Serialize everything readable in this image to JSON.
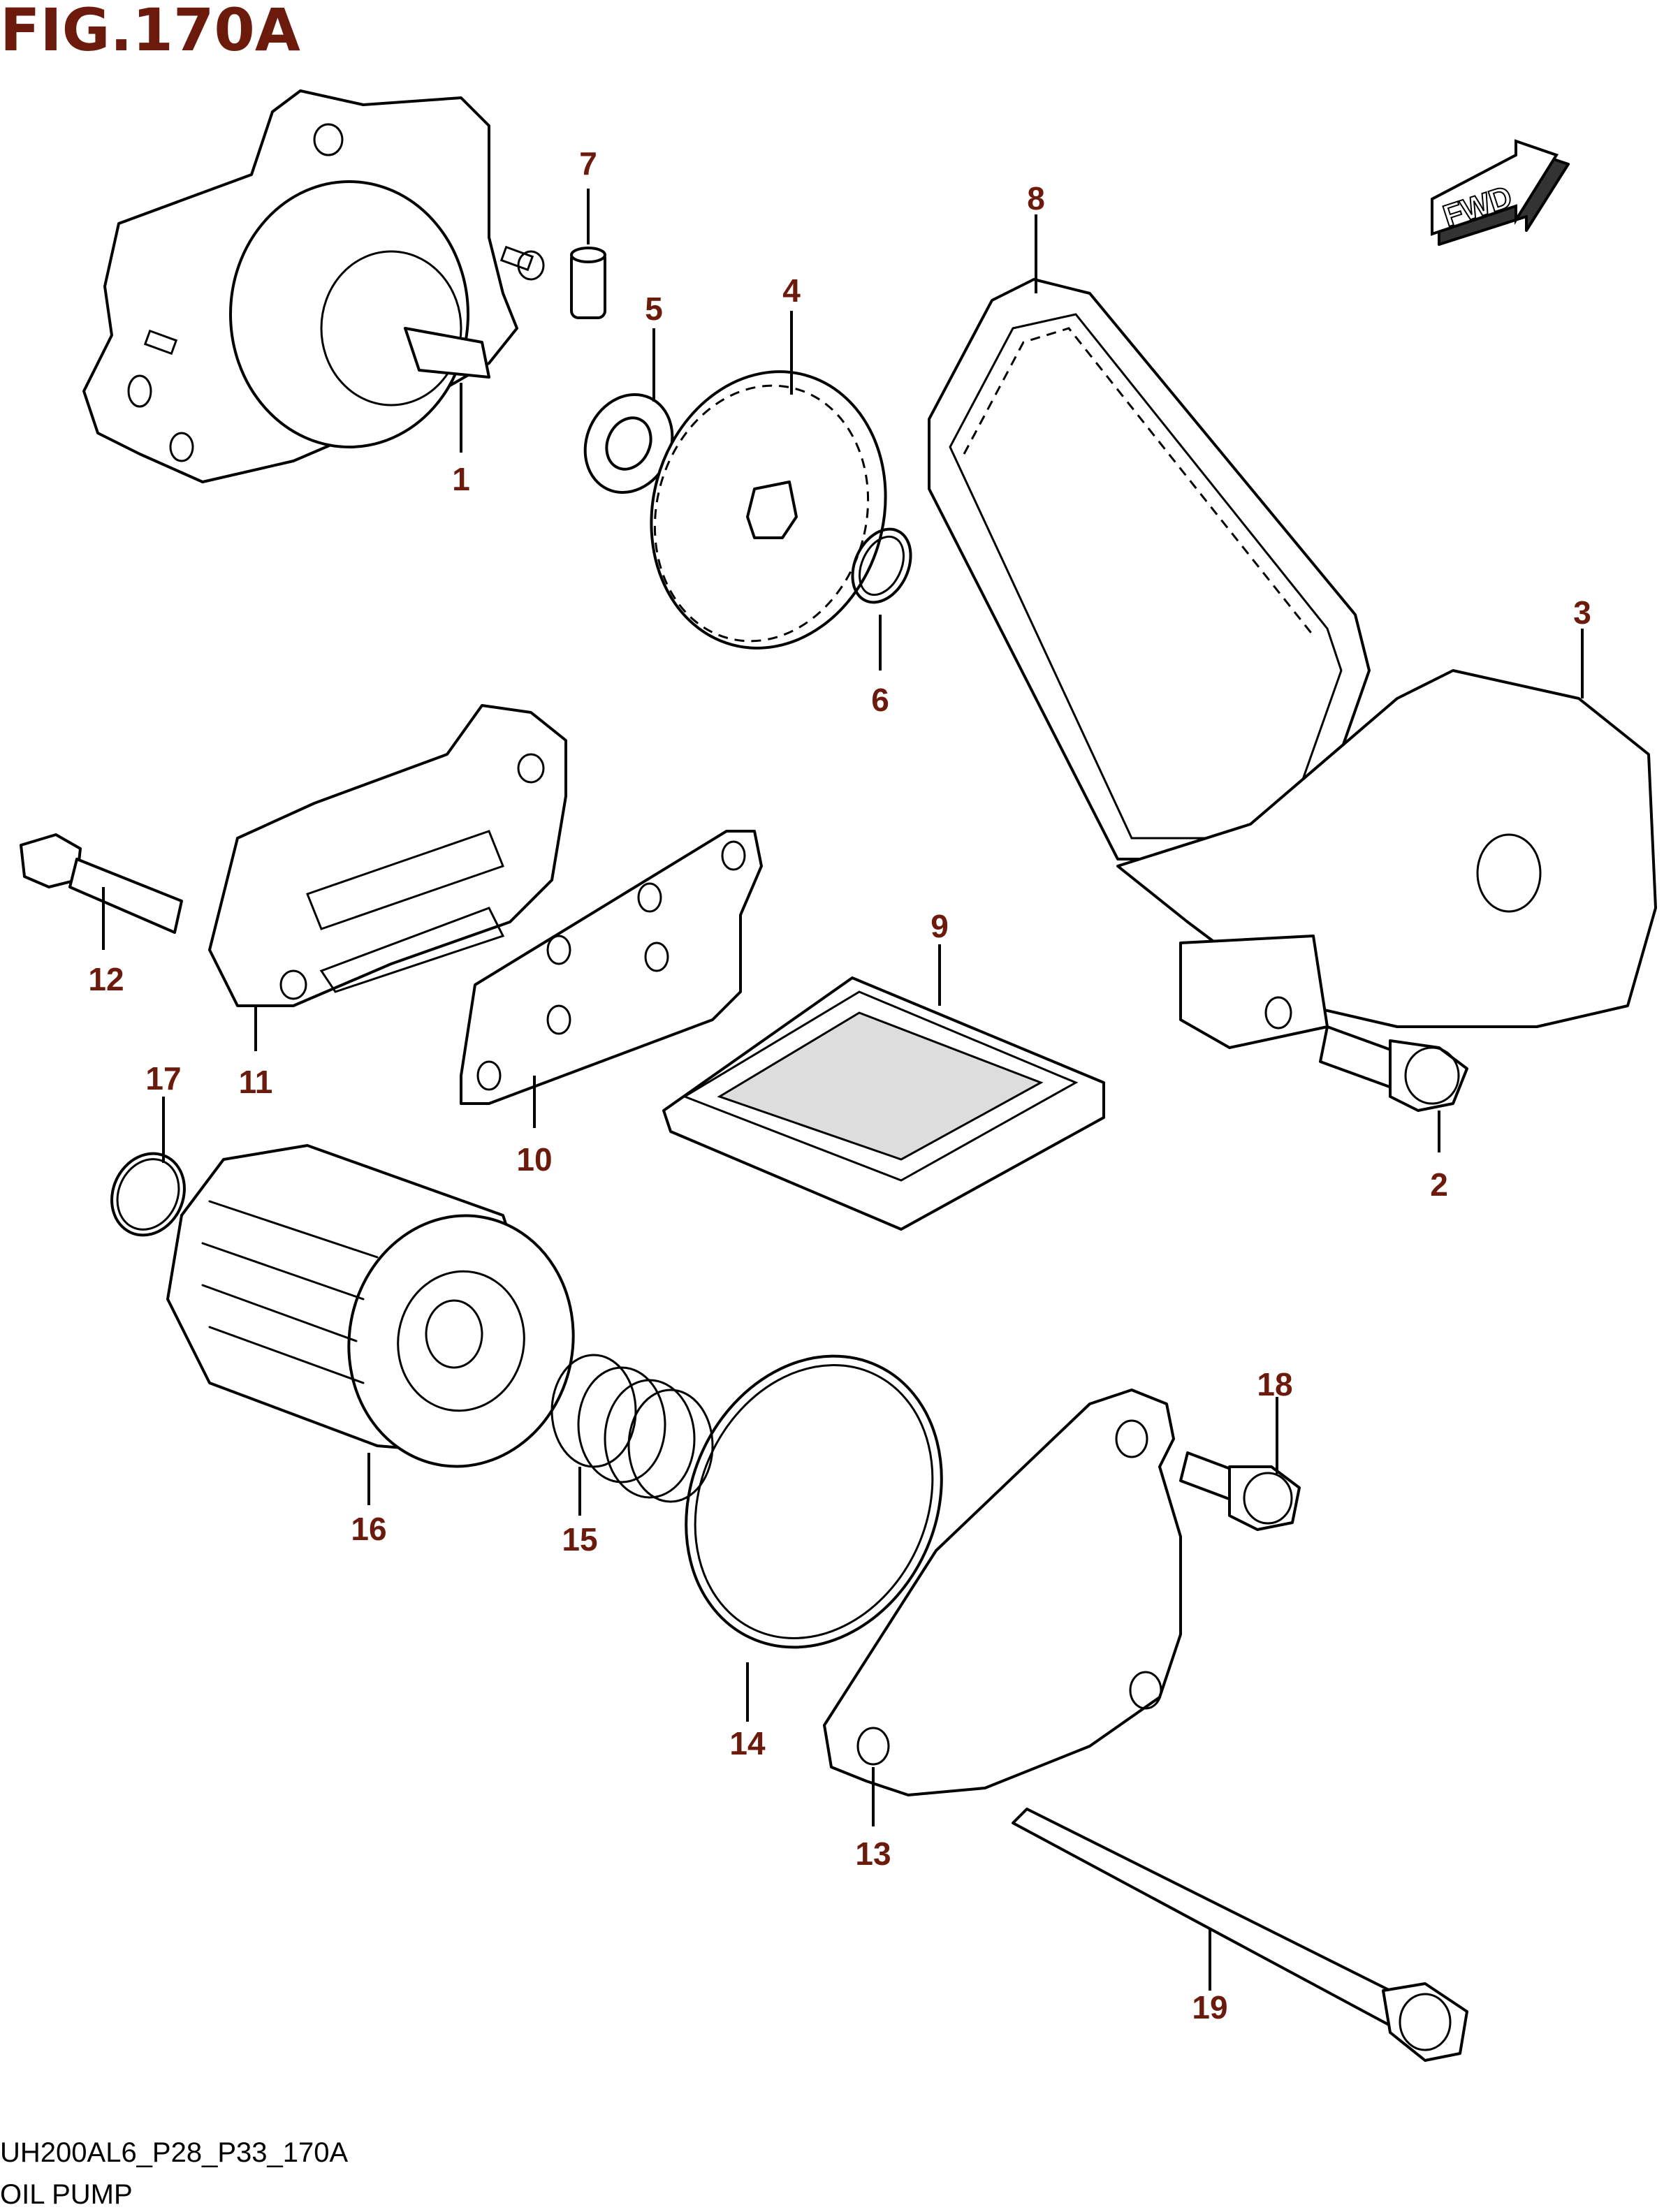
{
  "figure": {
    "title": "FIG.170A",
    "code": "UH200AL6_P28_P33_170A",
    "name": "OIL PUMP"
  },
  "fwd_arrow": {
    "label": "FWD",
    "icon": "forward-arrow-icon"
  },
  "accent_color": "#6b1a0c",
  "callouts": [
    {
      "number": "1",
      "part": "oil-pump"
    },
    {
      "number": "2",
      "part": "bolt"
    },
    {
      "number": "3",
      "part": "chain-guard"
    },
    {
      "number": "4",
      "part": "sprocket"
    },
    {
      "number": "5",
      "part": "washer"
    },
    {
      "number": "6",
      "part": "circlip"
    },
    {
      "number": "7",
      "part": "dowel-pin"
    },
    {
      "number": "8",
      "part": "drive-chain"
    },
    {
      "number": "9",
      "part": "oil-strainer"
    },
    {
      "number": "10",
      "part": "gasket"
    },
    {
      "number": "11",
      "part": "strainer-cover"
    },
    {
      "number": "12",
      "part": "bolt"
    },
    {
      "number": "13",
      "part": "filter-cap"
    },
    {
      "number": "14",
      "part": "o-ring"
    },
    {
      "number": "15",
      "part": "spring"
    },
    {
      "number": "16",
      "part": "oil-filter"
    },
    {
      "number": "17",
      "part": "o-ring"
    },
    {
      "number": "18",
      "part": "bolt"
    },
    {
      "number": "19",
      "part": "long-bolt"
    }
  ]
}
